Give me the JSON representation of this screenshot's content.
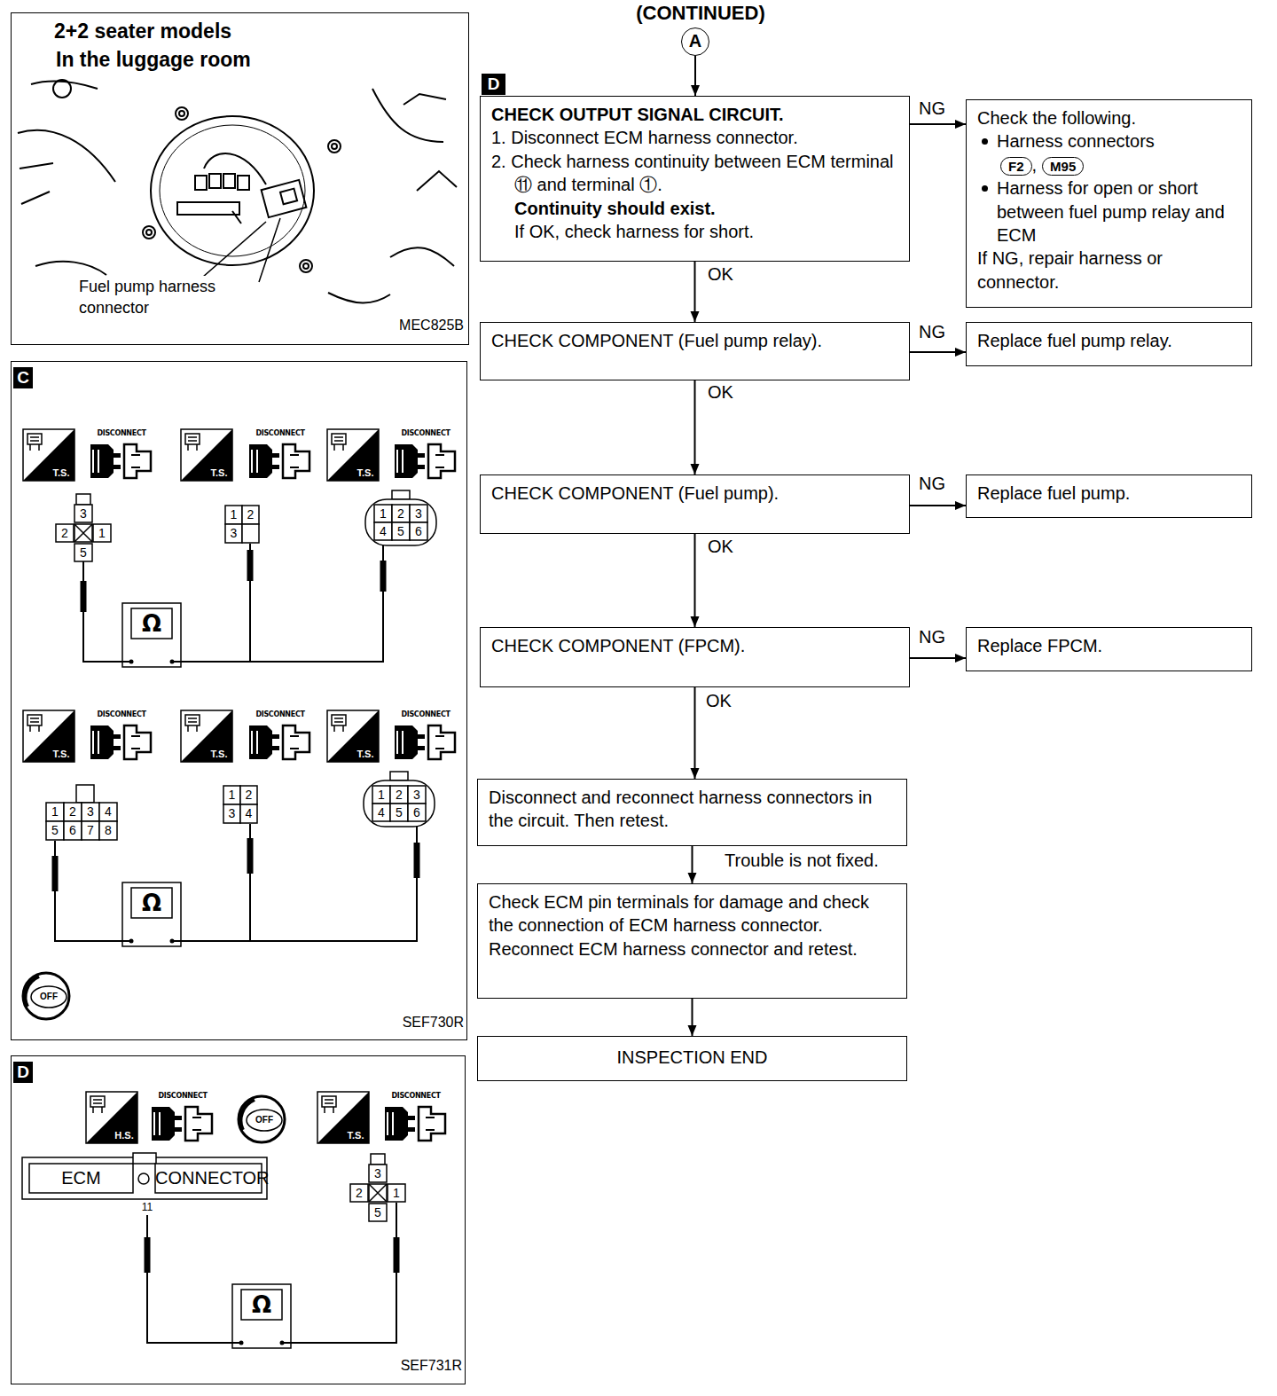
{
  "diagram": {
    "title": "(CONTINUED)",
    "nodes": [
      {
        "text": [
          "2+2 seater models",
          "In the luggage room",
          "Fuel pump harness connector",
          "MEC825B"
        ]
      },
      {
        "text": [
          "C",
          "SEF730R"
        ]
      },
      {
        "text": [
          "D",
          "SEF731R"
        ]
      },
      {
        "text": [
          "A"
        ]
      },
      {
        "text": [
          "CHECK OUTPUT SIGNAL CIRCUIT.",
          "1. Disconnect ECM harness connector.",
          "2. Check harness continuity between ECM terminal ⑪ and terminal ①.",
          "Continuity should exist.",
          "If OK, check harness for short."
        ]
      },
      {
        "text": [
          "Check the following.",
          "Harness connectors",
          "F2",
          ",",
          "M95",
          "Harness for open or short between fuel pump relay and ECM",
          "If NG, repair harness or connector."
        ]
      },
      {
        "text": [
          "CHECK COMPONENT (Fuel pump relay)."
        ]
      },
      {
        "text": [
          "Replace fuel pump relay."
        ]
      },
      {
        "text": [
          "CHECK COMPONENT (Fuel pump)."
        ]
      },
      {
        "text": [
          "Replace fuel pump."
        ]
      },
      {
        "text": [
          "CHECK COMPONENT (FPCM)."
        ]
      },
      {
        "text": [
          "Replace FPCM."
        ]
      },
      {
        "text": [
          "Disconnect and reconnect harness connectors in the circuit. Then retest."
        ]
      },
      {
        "text": [
          "Check ECM pin terminals for damage and check the connection of ECM harness connector. Reconnect ECM harness connector and retest."
        ]
      },
      {
        "text": [
          "INSPECTION END"
        ]
      }
    ],
    "edges": [
      {
        "from": 3,
        "to": 4,
        "arrow": "to"
      },
      {
        "from": 4,
        "to": 5,
        "label": "NG",
        "arrow": "to"
      },
      {
        "from": 4,
        "to": 6,
        "label": "OK",
        "arrow": "to"
      },
      {
        "from": 6,
        "to": 7,
        "label": "NG",
        "arrow": "to"
      },
      {
        "from": 6,
        "to": 8,
        "label": "OK",
        "arrow": "to"
      },
      {
        "from": 8,
        "to": 9,
        "label": "NG",
        "arrow": "to"
      },
      {
        "from": 8,
        "to": 10,
        "label": "OK",
        "arrow": "to"
      },
      {
        "from": 10,
        "to": 11,
        "label": "NG",
        "arrow": "to"
      },
      {
        "from": 10,
        "to": 12,
        "label": "OK",
        "arrow": "to"
      },
      {
        "from": 12,
        "to": 13,
        "label": "Trouble is not fixed.",
        "arrow": "to"
      },
      {
        "from": 13,
        "to": 14,
        "arrow": "to"
      }
    ],
    "labels": [
      "D",
      "T.S.",
      "DISCONNECT",
      "T.S.",
      "DISCONNECT",
      "T.S.",
      "DISCONNECT",
      "3",
      "2",
      "1",
      "5",
      "1",
      "2",
      "3",
      "1",
      "2",
      "3",
      "4",
      "5",
      "6",
      "Ω",
      "T.S.",
      "DISCONNECT",
      "T.S.",
      "DISCONNECT",
      "T.S.",
      "DISCONNECT",
      "1",
      "2",
      "3",
      "4",
      "5",
      "6",
      "7",
      "8",
      "1",
      "2",
      "3",
      "4",
      "1",
      "2",
      "3",
      "4",
      "5",
      "6",
      "Ω",
      "OFF",
      "H.S.",
      "DISCONNECT",
      "OFF",
      "T.S.",
      "DISCONNECT",
      "ECM",
      "CONNECTOR",
      "11",
      "3",
      "2",
      "1",
      "5",
      "Ω"
    ]
  }
}
